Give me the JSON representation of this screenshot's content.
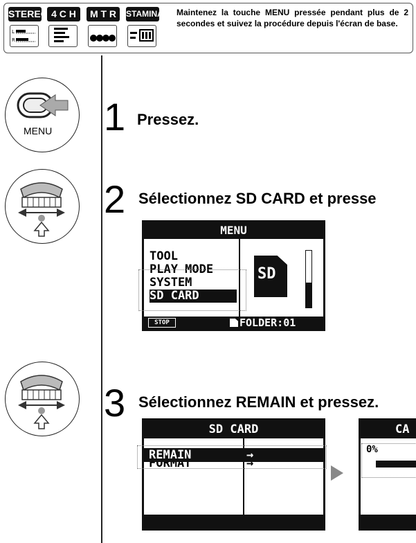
{
  "header": {
    "modes": [
      {
        "label": "STEREO"
      },
      {
        "label": "4 C H"
      },
      {
        "label": "M T R"
      },
      {
        "label": "STAMINA"
      }
    ],
    "instruction": "Maintenez la touche MENU pressée pendant plus de 2 secondes et suivez la procédure depuis l'écran de base."
  },
  "steps": [
    {
      "number": "1",
      "text": "Pressez.",
      "icon_label": "MENU"
    },
    {
      "number": "2",
      "text": "Sélectionnez SD CARD et presse"
    },
    {
      "number": "3",
      "text": "Sélectionnez REMAIN et pressez."
    }
  ],
  "screen_menu": {
    "title": "MENU",
    "items": [
      "TOOL",
      "PLAY MODE",
      "SYSTEM",
      "SD CARD"
    ],
    "badge": "SD",
    "footer_left": "STOP",
    "footer_right": "FOLDER:01"
  },
  "screen_sdcard": {
    "title": "SD CARD",
    "items": [
      "REMAIN",
      "FORMAT"
    ],
    "arrow": "→"
  },
  "screen_partial": {
    "title": "CA",
    "percent": "0%"
  }
}
